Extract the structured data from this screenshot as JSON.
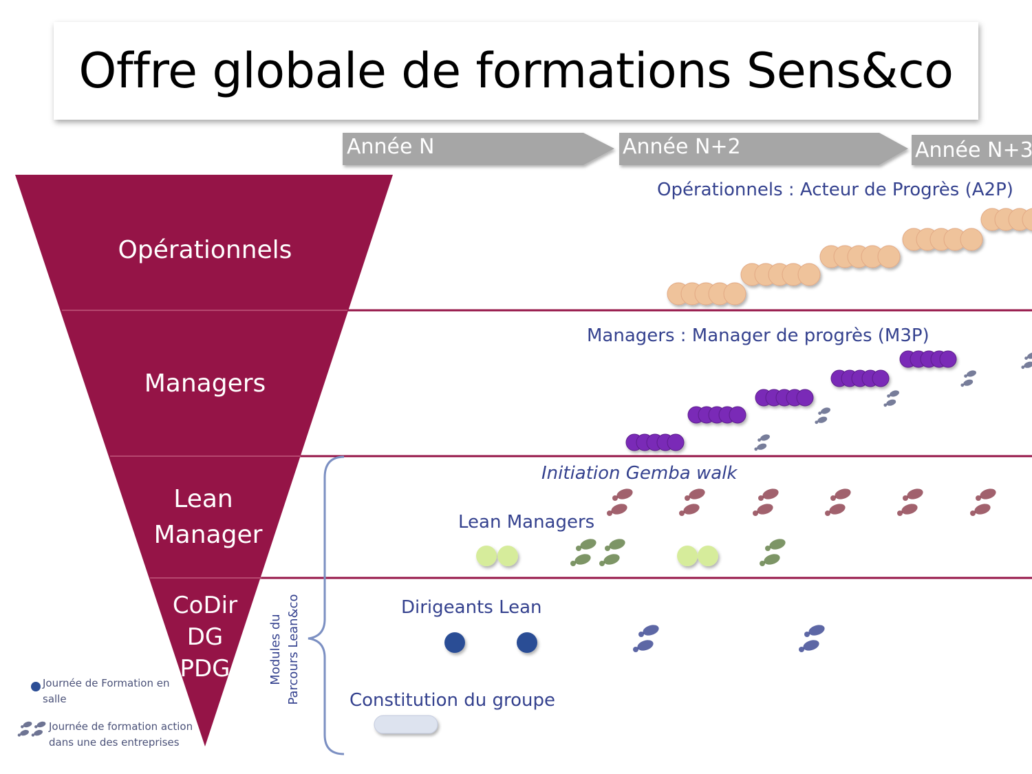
{
  "title": "Offre globale de formations Sens&co",
  "timeline": {
    "years": [
      "Année N",
      "Année N+2",
      "Année N+3"
    ]
  },
  "funnel": {
    "levels": [
      {
        "label_lines": [
          "Opérationnels"
        ]
      },
      {
        "label_lines": [
          "Managers"
        ]
      },
      {
        "label_lines": [
          "Lean",
          "Manager"
        ]
      },
      {
        "label_lines": [
          "CoDir",
          "DG",
          "PDG"
        ]
      }
    ]
  },
  "sections": {
    "a2p": "Opérationnels : Acteur de Progrès (A2P)",
    "m3p": "Managers : Manager de progrès (M3P)",
    "gemba": "Initiation Gemba walk",
    "lean_managers": "Lean Managers",
    "dirigeants": "Dirigeants Lean",
    "constitution": "Constitution du groupe"
  },
  "bracket_label": {
    "line1": "Modules du",
    "line2": "Parcours Lean&co"
  },
  "legend": {
    "room_day_line1": "Journée de Formation en",
    "room_day_line2": "salle",
    "action_day_line1": "Journée de formation action",
    "action_day_line2": "dans une des entreprises"
  },
  "colors": {
    "funnel": "#951447",
    "timeline_arrow": "#a6a6a6",
    "divider": "#951447",
    "bracket": "#7b8fc2",
    "operationnels_dot": "#efc39b",
    "managers_dot": "#7a2ab7",
    "lean_dot": "#d6ec9b",
    "dirigeants_dot": "#2b4d95",
    "constitution_pill": "#dde3ef",
    "footprint_red": "#8a3a48",
    "footprint_green": "#5c7a40",
    "footprint_blue": "#34418e",
    "footprint_mgr": "#4a5178"
  },
  "icons": [
    "footprints-icon",
    "dot-icon"
  ]
}
